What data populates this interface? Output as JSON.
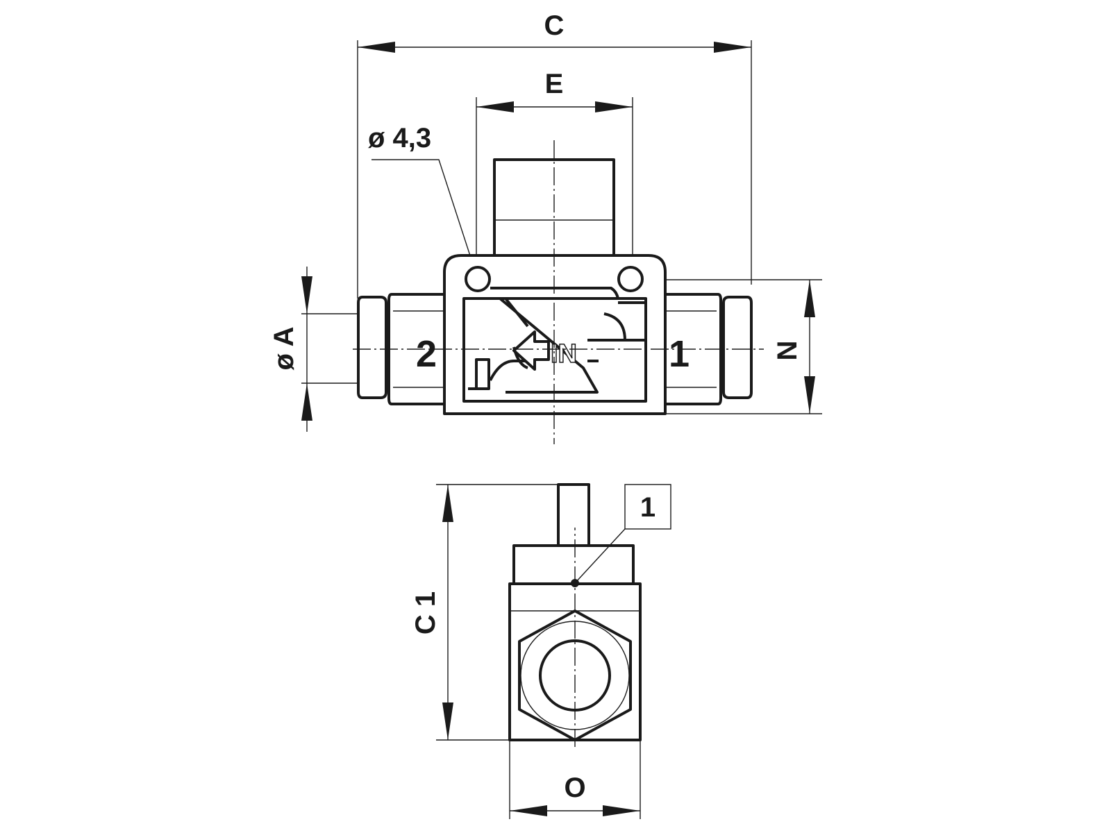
{
  "labels": {
    "dim_c": "C",
    "dim_e": "E",
    "hole_diameter": "ø 4,3",
    "dim_a": "ø A",
    "dim_n": "N",
    "port_2": "2",
    "port_1": "1",
    "flow_mark": "IN",
    "dim_c1": "C 1",
    "dim_o": "O",
    "callout_1": "1"
  }
}
